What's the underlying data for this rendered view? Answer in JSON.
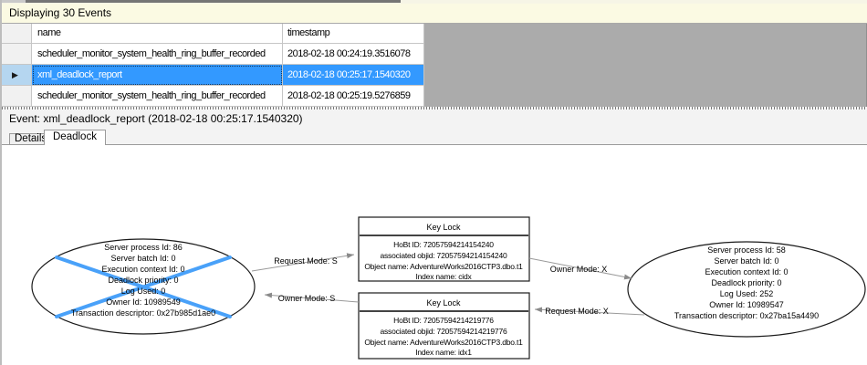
{
  "events_bar": {
    "label": "Displaying 30 Events"
  },
  "events_grid": {
    "columns": [
      "name",
      "timestamp"
    ],
    "rows": [
      {
        "name": "scheduler_monitor_system_health_ring_buffer_recorded",
        "timestamp": "2018-02-18 00:24:19.3516078",
        "selected": false
      },
      {
        "name": "xml_deadlock_report",
        "timestamp": "2018-02-18 00:25:17.1540320",
        "selected": true
      },
      {
        "name": "scheduler_monitor_system_health_ring_buffer_recorded",
        "timestamp": "2018-02-18 00:25:19.5276859",
        "selected": false
      }
    ]
  },
  "event_detail": {
    "title": "Event: xml_deadlock_report (2018-02-18 00:25:17.1540320)"
  },
  "tabs": [
    {
      "label": "Details",
      "active": false
    },
    {
      "label": "Deadlock",
      "active": true
    }
  ],
  "icons": {
    "current_row": "▶"
  },
  "deadlock_graph": {
    "processes": [
      {
        "id": "victim-process",
        "victim": true,
        "lines": [
          "Server process Id: 86",
          "Server batch Id: 0",
          "Execution context Id: 0",
          "Deadlock priority: 0",
          "Log Used: 0",
          "Owner Id: 10989549",
          "Transaction descriptor: 0x27b985d1ae0"
        ]
      },
      {
        "id": "surviving-process",
        "victim": false,
        "lines": [
          "Server process Id: 58",
          "Server batch Id: 0",
          "Execution context Id: 0",
          "Deadlock priority: 0",
          "Log Used: 252",
          "Owner Id: 10989547",
          "Transaction descriptor: 0x27ba15a4490"
        ]
      }
    ],
    "resources": [
      {
        "title": "Key Lock",
        "lines": [
          "HoBt ID: 72057594214154240",
          "associated objid: 72057594214154240",
          "Object name: AdventureWorks2016CTP3.dbo.t1",
          "Index name: cidx"
        ]
      },
      {
        "title": "Key Lock",
        "lines": [
          "HoBt ID: 72057594214219776",
          "associated objid: 72057594214219776",
          "Object name: AdventureWorks2016CTP3.dbo.t1",
          "Index name: idx1"
        ]
      }
    ],
    "edges": [
      {
        "label": "Request Mode: S",
        "from": "victim-process",
        "to": "keylock-top"
      },
      {
        "label": "Owner Mode: S",
        "from": "keylock-bottom",
        "to": "victim-process"
      },
      {
        "label": "Owner Mode: X",
        "from": "keylock-top",
        "to": "surviving-process"
      },
      {
        "label": "Request Mode: X",
        "from": "surviving-process",
        "to": "keylock-bottom"
      }
    ]
  },
  "colors": {
    "selection_blue": "#3399FF",
    "selector_highlight_blue": "#B5D6F0",
    "victim_cross_blue": "#49A1F9",
    "events_bar_cream": "#FBFAE3",
    "grid_filler_grey": "#ABABAB"
  }
}
